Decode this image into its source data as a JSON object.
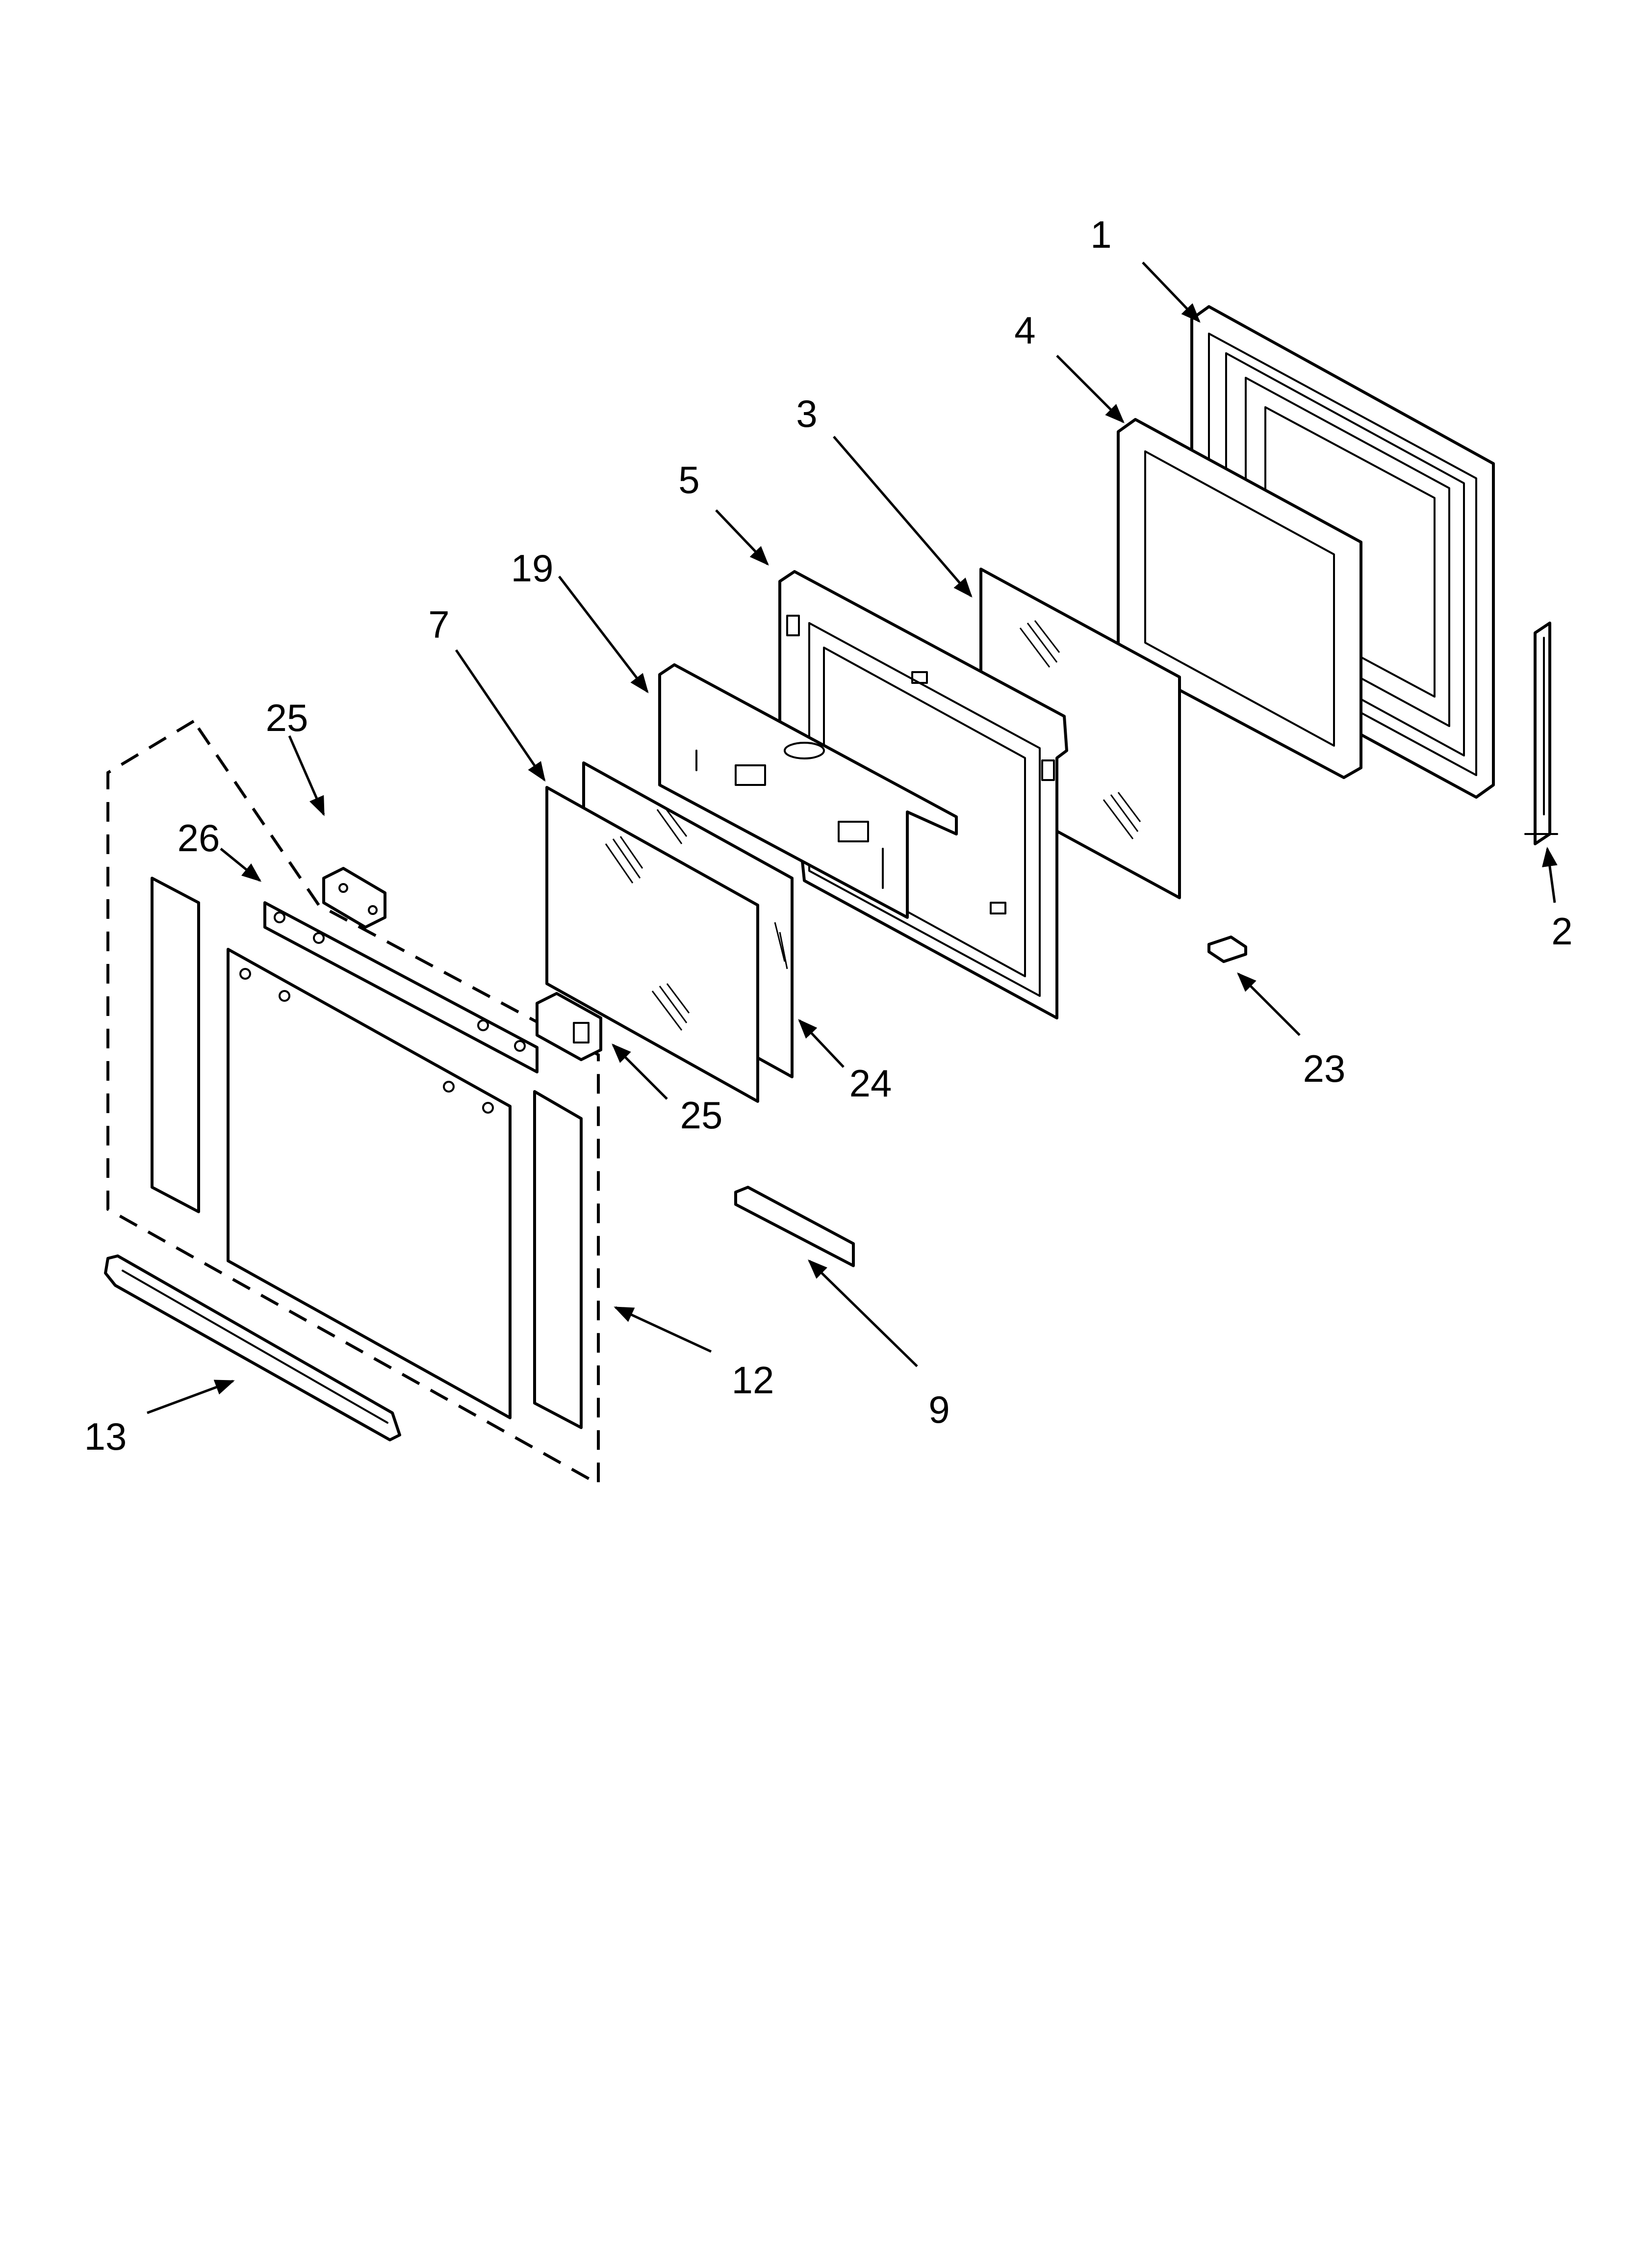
{
  "callouts": [
    {
      "id": "c1",
      "label": "1"
    },
    {
      "id": "c2",
      "label": "2"
    },
    {
      "id": "c3",
      "label": "3"
    },
    {
      "id": "c4",
      "label": "4"
    },
    {
      "id": "c5",
      "label": "5"
    },
    {
      "id": "c7",
      "label": "7"
    },
    {
      "id": "c9",
      "label": "9"
    },
    {
      "id": "c12",
      "label": "12"
    },
    {
      "id": "c13",
      "label": "13"
    },
    {
      "id": "c19",
      "label": "19"
    },
    {
      "id": "c23",
      "label": "23"
    },
    {
      "id": "c24",
      "label": "24"
    },
    {
      "id": "c25a",
      "label": "25"
    },
    {
      "id": "c25b",
      "label": "25"
    },
    {
      "id": "c26",
      "label": "26"
    }
  ],
  "colors": {
    "line": "#000000",
    "background": "#ffffff"
  }
}
